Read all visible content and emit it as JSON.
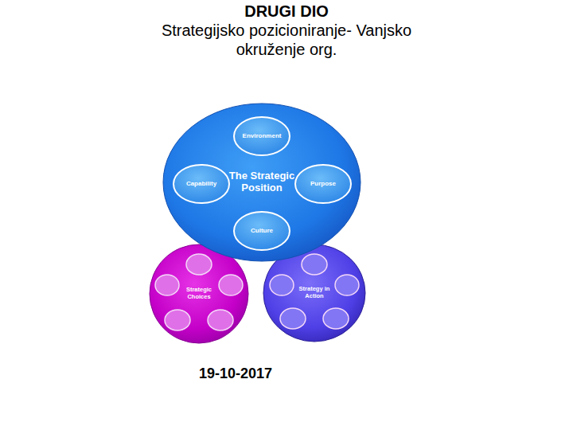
{
  "diagram": {
    "title": "DRUGI DIO",
    "nodes": [
      {
        "text": [
          "The Strategic Position"
        ]
      },
      {
        "text": [
          "Environment"
        ],
        "in": 0
      },
      {
        "text": [
          "Capability"
        ],
        "in": 0
      },
      {
        "text": [
          "Purpose"
        ],
        "in": 0
      },
      {
        "text": [
          "Culture"
        ],
        "in": 0
      },
      {
        "text": [
          "Strategic Choices"
        ]
      },
      {
        "text": [
          "Strategy in Action"
        ]
      }
    ],
    "labels": [
      "Strategijsko pozicioniranje- Vanjsko okruženje org.",
      "19-10-2017"
    ]
  }
}
